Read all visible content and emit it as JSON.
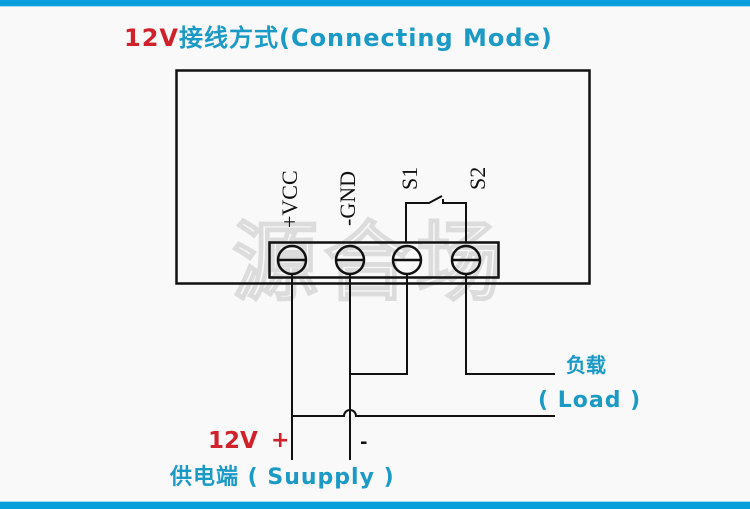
{
  "title": {
    "voltage": "12V",
    "text": "接线方式(Connecting  Mode)"
  },
  "terminals": [
    {
      "label": "+VCC"
    },
    {
      "label": "-GND"
    },
    {
      "label": "S1"
    },
    {
      "label": "S2"
    }
  ],
  "watermark": "源合场",
  "load": {
    "label_cn": "负载",
    "label_en": "( Load )"
  },
  "supply": {
    "voltage": "12V",
    "positive": "+",
    "negative": "-",
    "label": "供电端 ( Suupply )"
  },
  "colors": {
    "accent_blue": "#1b9ac6",
    "accent_red": "#d0222a",
    "bar_blue": "#069fdc"
  }
}
